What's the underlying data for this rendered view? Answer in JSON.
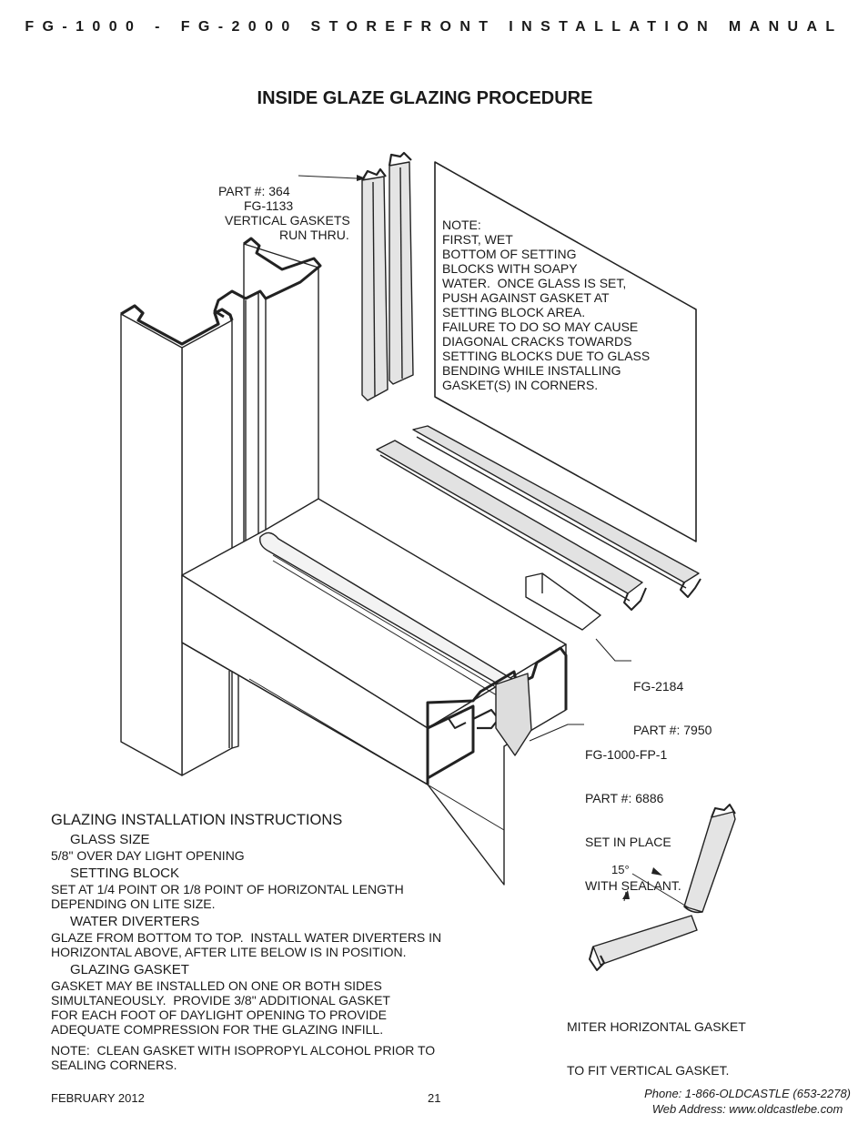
{
  "header": {
    "running_title": "FG-1000 - FG-2000 STOREFRONT INSTALLATION MANUAL"
  },
  "title": "INSIDE GLAZE GLAZING PROCEDURE",
  "callouts": {
    "fg1133": {
      "line1": "FG-1133",
      "line2": "PART #: 364"
    },
    "vertical_gaskets": {
      "line1": "VERTICAL GASKETS",
      "line2": "RUN THRU."
    },
    "fg2184": {
      "line1": "FG-2184",
      "line2": "PART #: 7950"
    },
    "fg1000fp1": {
      "line1": "FG-1000-FP-1",
      "line2": "PART #: 6886",
      "line3": "SET IN PLACE",
      "line4": "WITH SEALANT."
    },
    "angle": "15°",
    "miter": {
      "line1": "MITER HORIZONTAL GASKET",
      "line2": "TO FIT VERTICAL GASKET."
    }
  },
  "note_lines": [
    "NOTE:",
    "FIRST, WET",
    "BOTTOM OF SETTING",
    "BLOCKS WITH SOAPY",
    "WATER.  ONCE GLASS IS SET,",
    "PUSH AGAINST GASKET AT",
    "SETTING BLOCK AREA.",
    "FAILURE TO DO SO MAY CAUSE",
    "DIAGONAL CRACKS TOWARDS",
    "SETTING BLOCKS DUE TO GLASS",
    "BENDING WHILE INSTALLING",
    "GASKET(S) IN CORNERS."
  ],
  "instructions": {
    "heading": "GLAZING INSTALLATION INSTRUCTIONS",
    "glass_size": {
      "title": "GLASS SIZE",
      "lines": [
        "5/8\" OVER DAY LIGHT OPENING"
      ]
    },
    "setting_block": {
      "title": "SETTING BLOCK",
      "lines": [
        "SET AT 1/4 POINT OR 1/8 POINT OF HORIZONTAL LENGTH",
        "DEPENDING ON LITE SIZE."
      ]
    },
    "water_diverters": {
      "title": "WATER DIVERTERS",
      "lines": [
        "GLAZE FROM BOTTOM TO TOP.  INSTALL WATER DIVERTERS IN",
        "HORIZONTAL ABOVE, AFTER LITE BELOW IS IN POSITION."
      ]
    },
    "glazing_gasket": {
      "title": "GLAZING GASKET",
      "lines": [
        "GASKET MAY BE INSTALLED ON ONE OR BOTH SIDES",
        "SIMULTANEOUSLY.  PROVIDE 3/8\" ADDITIONAL GASKET",
        "FOR EACH FOOT OF DAYLIGHT OPENING TO PROVIDE",
        "ADEQUATE COMPRESSION FOR THE GLAZING INFILL."
      ]
    },
    "note_lines": [
      "NOTE:  CLEAN GASKET WITH ISOPROPYL ALCOHOL PRIOR TO",
      "SEALING CORNERS."
    ]
  },
  "footer": {
    "date": "FEBRUARY 2012",
    "page": "21",
    "phone": "Phone: 1-866-OLDCASTLE (653-2278)",
    "web": "Web Address: www.oldcastlebe.com"
  }
}
